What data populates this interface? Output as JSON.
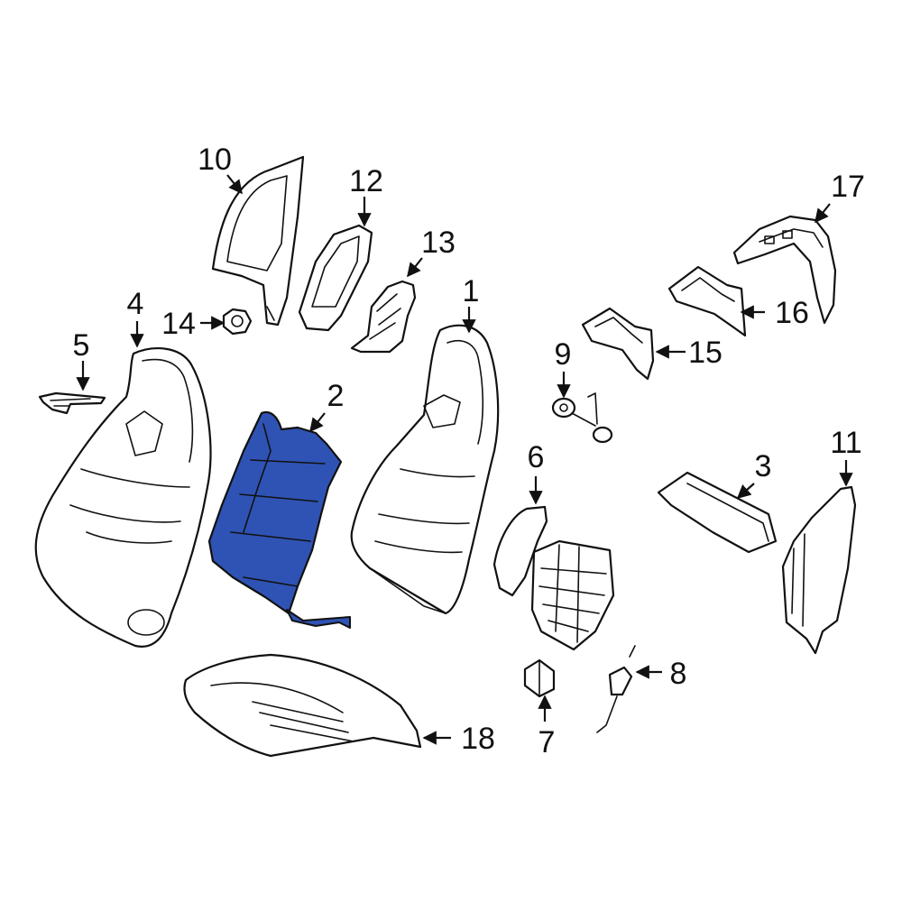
{
  "highlight_color": "#2f53b4",
  "callouts": [
    {
      "number": "1"
    },
    {
      "number": "2"
    },
    {
      "number": "3"
    },
    {
      "number": "4"
    },
    {
      "number": "5"
    },
    {
      "number": "6"
    },
    {
      "number": "7"
    },
    {
      "number": "8"
    },
    {
      "number": "9"
    },
    {
      "number": "10"
    },
    {
      "number": "11"
    },
    {
      "number": "12"
    },
    {
      "number": "13"
    },
    {
      "number": "14"
    },
    {
      "number": "15"
    },
    {
      "number": "16"
    },
    {
      "number": "17"
    },
    {
      "number": "18"
    }
  ],
  "highlighted_part": "2"
}
